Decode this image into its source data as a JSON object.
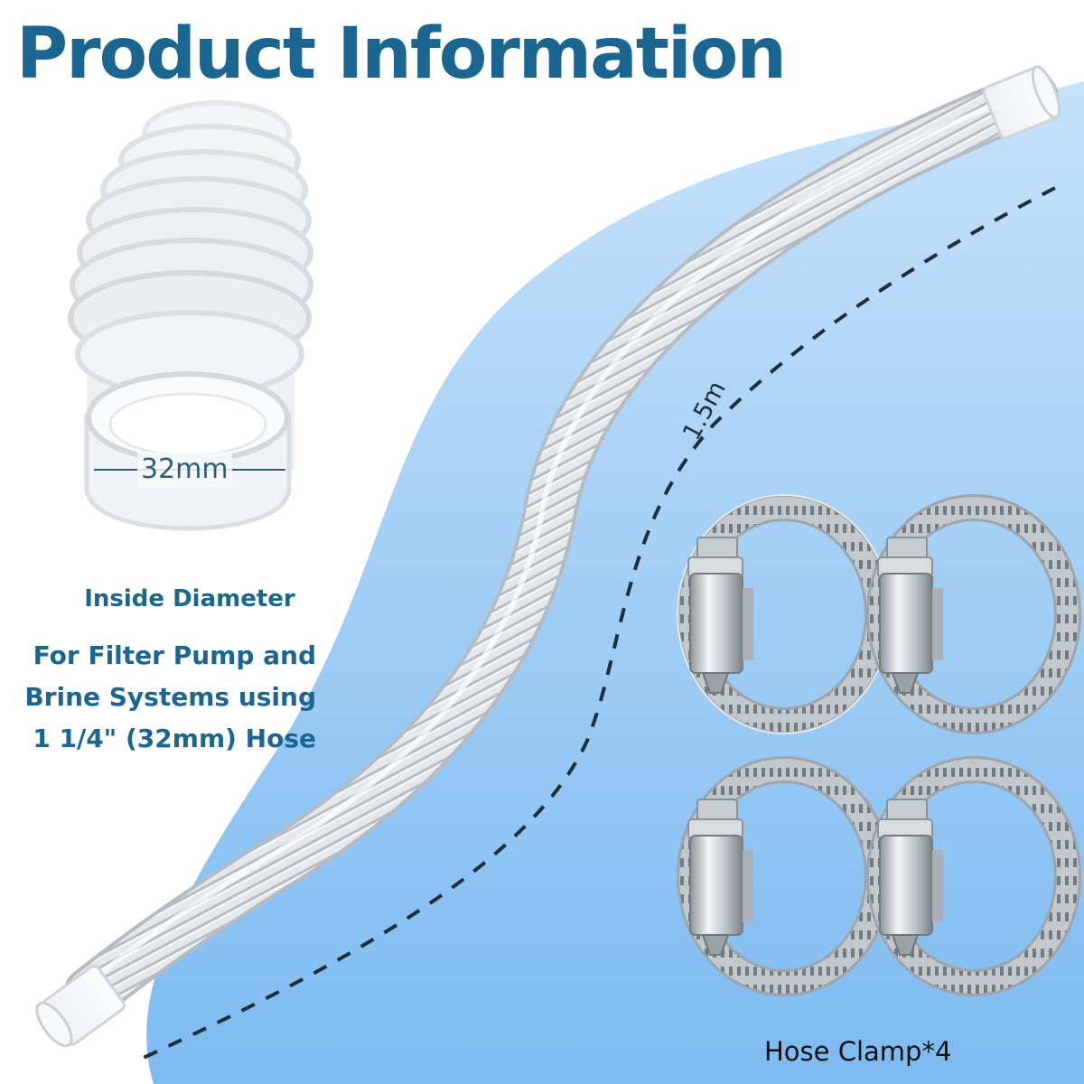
{
  "header": {
    "title": "Product Information"
  },
  "hose": {
    "inside_diameter_dimension": "32mm",
    "inside_diameter_label": "Inside Diameter",
    "usage_lines": [
      "For Filter Pump and",
      "Brine Systems using",
      "1 1/4\" (32mm) Hose"
    ],
    "length_dimension": "1.5m"
  },
  "accessories": {
    "clamp_caption": "Hose Clamp*4",
    "clamp_count": 4
  },
  "colors": {
    "title": "#1b6690",
    "background_water": "#8fc6f5",
    "hose": "#e6e9ec",
    "clamp_steel": "#b9bec4"
  }
}
